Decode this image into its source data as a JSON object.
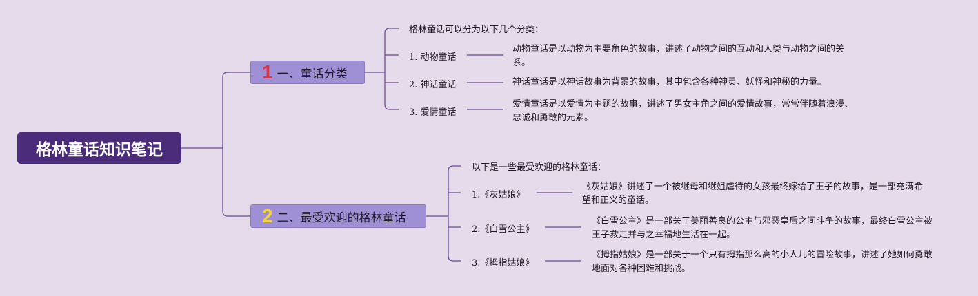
{
  "root": {
    "title": "格林童话知识笔记"
  },
  "colors": {
    "background": "#e5dbeb",
    "root": "#4b2c7a",
    "branch": "#9f8fd4",
    "line": "#6a4a96",
    "number_1": "#e8323c",
    "number_2": "#f5d33c"
  },
  "branches": [
    {
      "number": "1",
      "label": "一、童话分类",
      "intro": "格林童话可以分为以下几个分类：",
      "items": [
        {
          "label": "1. 动物童话",
          "description": "动物童话是以动物为主要角色的故事，讲述了动物之间的互动和人类与动物之间的关系。"
        },
        {
          "label": "2. 神话童话",
          "description": "神话童话是以神话故事为背景的故事，其中包含各种神灵、妖怪和神秘的力量。"
        },
        {
          "label": "3. 爱情童话",
          "description": "爱情童话是以爱情为主题的故事，讲述了男女主角之间的爱情故事，常常伴随着浪漫、忠诚和勇敢的元素。"
        }
      ]
    },
    {
      "number": "2",
      "label": "二、最受欢迎的格林童话",
      "intro": "以下是一些最受欢迎的格林童话：",
      "items": [
        {
          "label": "1.《灰姑娘》",
          "description": "《灰姑娘》讲述了一个被继母和继姐虐待的女孩最终嫁给了王子的故事，是一部充满希望和正义的童话。"
        },
        {
          "label": "2.《白雪公主》",
          "description": "《白雪公主》是一部关于美丽善良的公主与邪恶皇后之间斗争的故事，最终白雪公主被王子救走并与之幸福地生活在一起。"
        },
        {
          "label": "3.《拇指姑娘》",
          "description": "《拇指姑娘》是一部关于一个只有拇指那么高的小人儿的冒险故事，讲述了她如何勇敢地面对各种困难和挑战。"
        }
      ]
    }
  ]
}
